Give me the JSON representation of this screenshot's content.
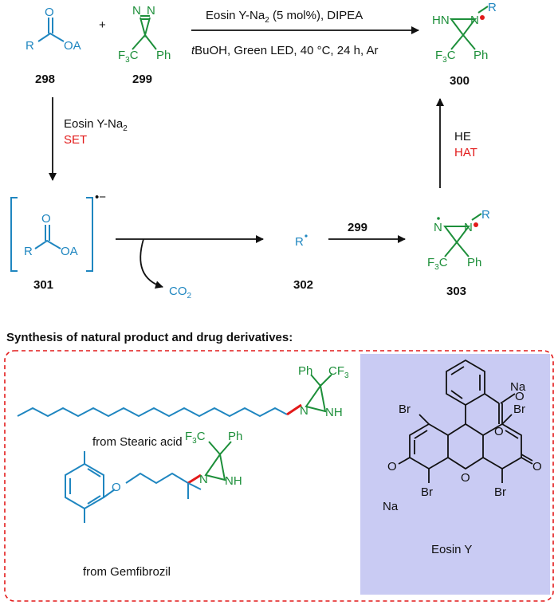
{
  "scheme": {
    "reagent_top": "Eosin Y-Na",
    "reagent_top_sub": "2",
    "reagent_top_tail": " (5 mol%), DIPEA",
    "conditions_italic": "t",
    "conditions": "BuOH, Green LED, 40 °C, 24 h, Ar",
    "plus": "+",
    "compounds": {
      "c298": "298",
      "c299": "299",
      "c300": "300",
      "c301": "301",
      "c302": "302",
      "c303": "303",
      "c299b": "299"
    },
    "left_step": {
      "reagent": "Eosin Y-Na",
      "sub": "2",
      "mech": "SET"
    },
    "right_step": {
      "reagent": "HE",
      "mech": "HAT"
    },
    "co2": "CO",
    "co2_sub": "2",
    "radical_charge": "•−",
    "atoms": {
      "R": "R",
      "O": "O",
      "OA": "OA",
      "N": "N",
      "HN": "HN",
      "NH": "NH",
      "Ph": "Ph",
      "F3C_a": "F",
      "F3C_b": "3",
      "F3C_c": "C",
      "CF3_a": "CF",
      "CF3_b": "3",
      "Br": "Br",
      "Na": "Na"
    }
  },
  "section_title": "Synthesis of natural product and drug derivatives:",
  "derivatives": {
    "stearic_label": "from Stearic acid",
    "gemfibrozil_label": "from Gemfibrozil",
    "eosin_label": "Eosin Y"
  },
  "colors": {
    "reactant_blue": "#1f86c0",
    "diazirine_green": "#1d8f3a",
    "highlight_red": "#e21a1a",
    "eosin_panel": "#c9cbf3"
  }
}
